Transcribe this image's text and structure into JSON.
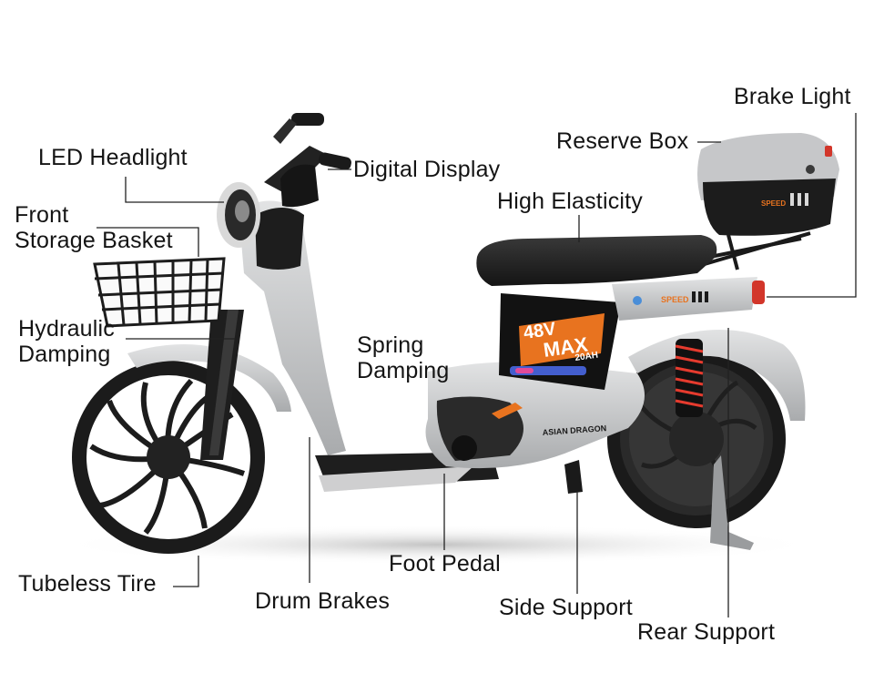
{
  "callouts": {
    "brake_light": "Brake Light",
    "reserve_box": "Reserve Box",
    "led_headlight": "LED Headlight",
    "digital_display": "Digital Display",
    "high_elasticity": "High Elasticity",
    "front_storage_basket_1": "Front",
    "front_storage_basket_2": "Storage Basket",
    "hydraulic_damping_1": "Hydraulic",
    "hydraulic_damping_2": "Damping",
    "spring_damping_1": "Spring",
    "spring_damping_2": "Damping",
    "tubeless_tire": "Tubeless Tire",
    "drum_brakes": "Drum Brakes",
    "foot_pedal": "Foot Pedal",
    "side_support": "Side Support",
    "rear_support": "Rear Support"
  },
  "bike_graphics": {
    "battery_voltage": "48V",
    "battery_model": "MAX",
    "battery_capacity": "20AH",
    "brand_text": "ASIAN DRAGON",
    "box_badge": "SPEED",
    "panel_badge": "SPEED"
  },
  "colors": {
    "body_gray": "#c9cacb",
    "frame_black": "#1b1b1b",
    "accent_orange": "#e8731f",
    "leader_line": "#222222"
  }
}
